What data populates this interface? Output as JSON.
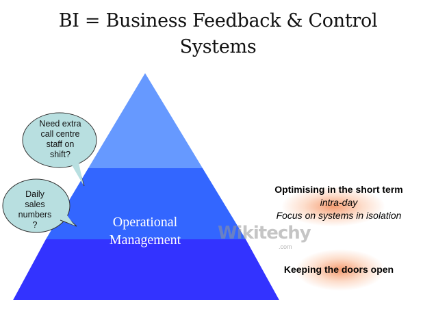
{
  "title": {
    "line1": "BI = Business Feedback & Control",
    "line2": "Systems"
  },
  "pyramid": {
    "colors": {
      "top": "#6699ff",
      "middle": "#3366ff",
      "bottom": "#3333ff"
    },
    "layers": [
      {
        "name": "top",
        "label": ""
      },
      {
        "name": "middle",
        "label_line1": "Operational",
        "label_line2": "Management"
      },
      {
        "name": "bottom",
        "label": ""
      }
    ]
  },
  "bubbles": [
    {
      "lines": [
        "Need extra",
        "call centre",
        "staff on",
        "shift?"
      ],
      "fill": "#b8dfe0"
    },
    {
      "lines": [
        "Daily",
        "sales",
        "numbers",
        "?"
      ],
      "fill": "#b8dfe0"
    }
  ],
  "annotations": {
    "optimising": {
      "heading": "Optimising in the short term",
      "line2": "intra-day",
      "line3": "Focus on systems in isolation"
    },
    "keeping": {
      "heading": "Keeping the doors open"
    }
  },
  "watermark": {
    "text": "Wikitechy",
    "suffix": ".com"
  }
}
